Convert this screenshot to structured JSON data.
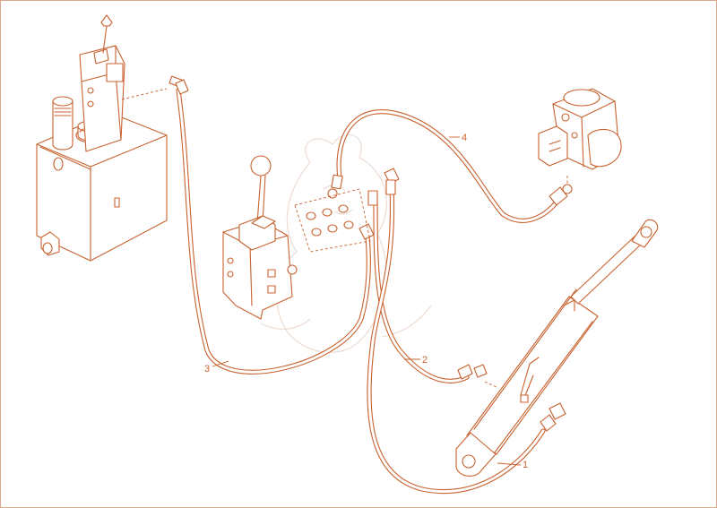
{
  "callouts": {
    "c1": "1",
    "c2": "2",
    "c3": "3",
    "c4": "4"
  },
  "colors": {
    "line": "#c8622f",
    "border": "#d9a98f",
    "background": "#ffffff",
    "watermark": "#ecdcd2"
  }
}
